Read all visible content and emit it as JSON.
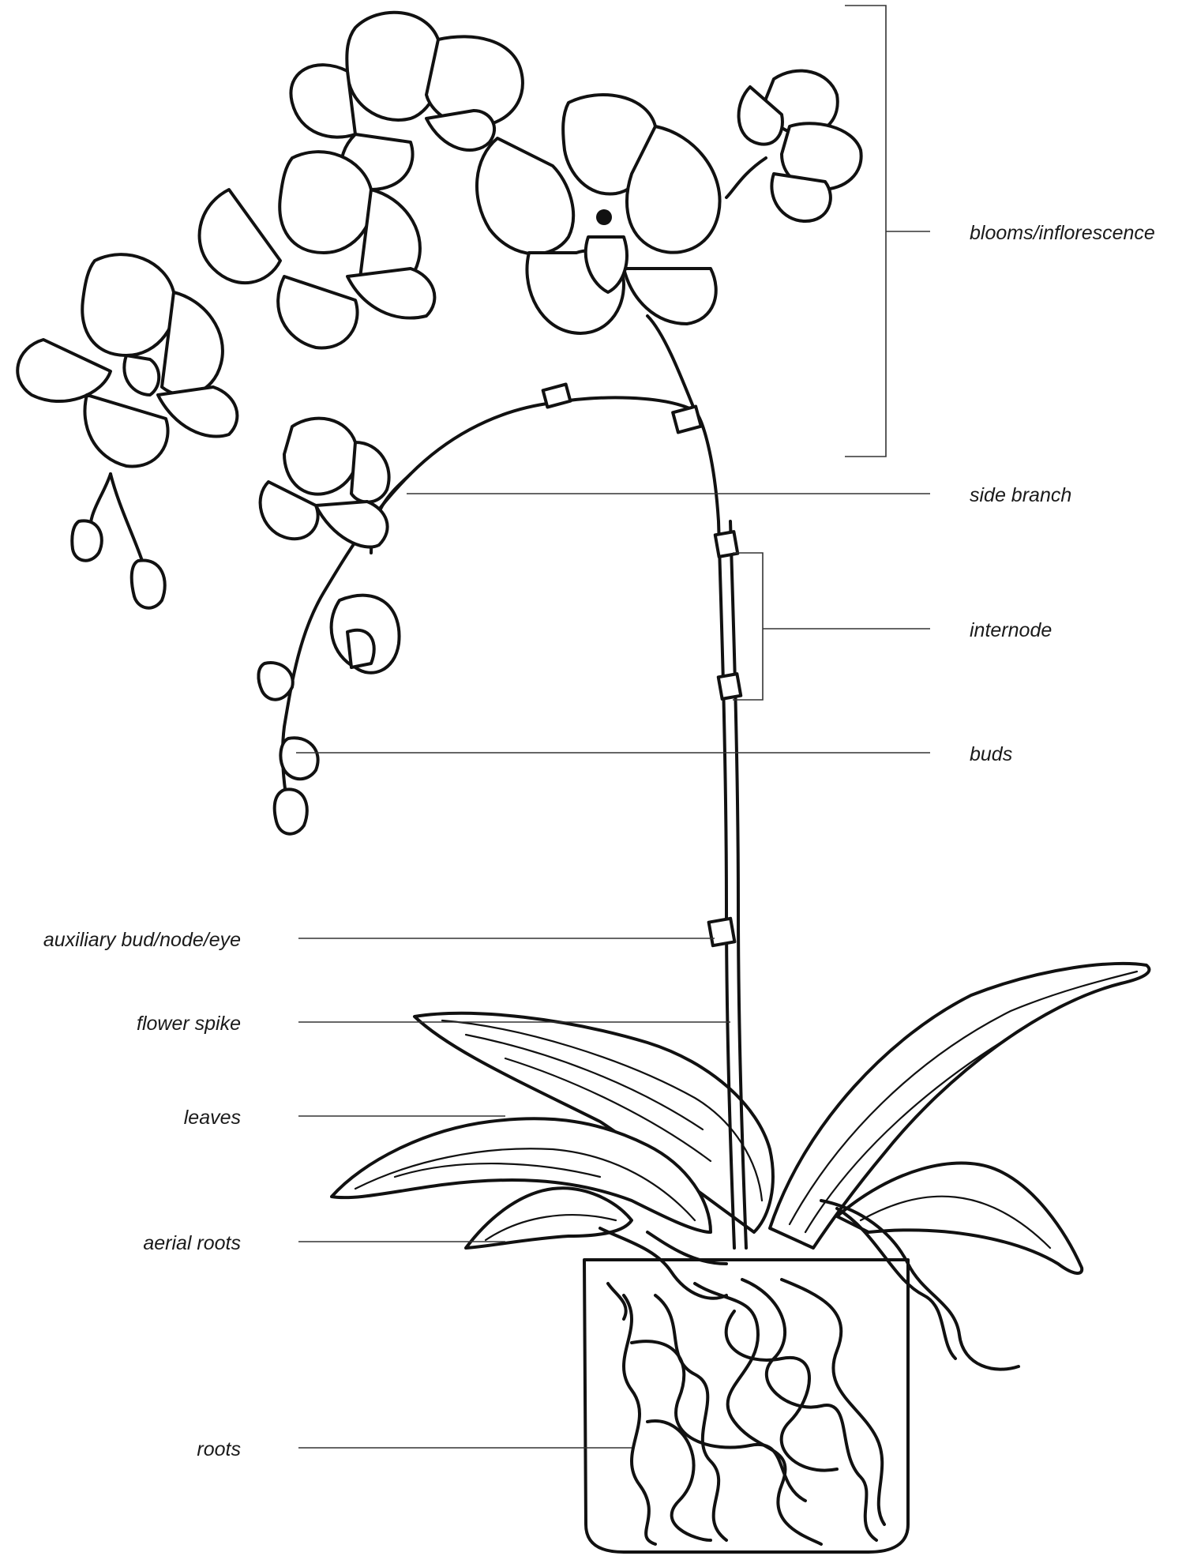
{
  "labels": {
    "blooms": "blooms/inflorescence",
    "side_branch": "side branch",
    "internode": "internode",
    "buds": "buds",
    "auxiliary_bud": "auxiliary bud/node/eye",
    "flower_spike": "flower spike",
    "leaves": "leaves",
    "aerial_roots": "aerial roots",
    "roots": "roots"
  }
}
